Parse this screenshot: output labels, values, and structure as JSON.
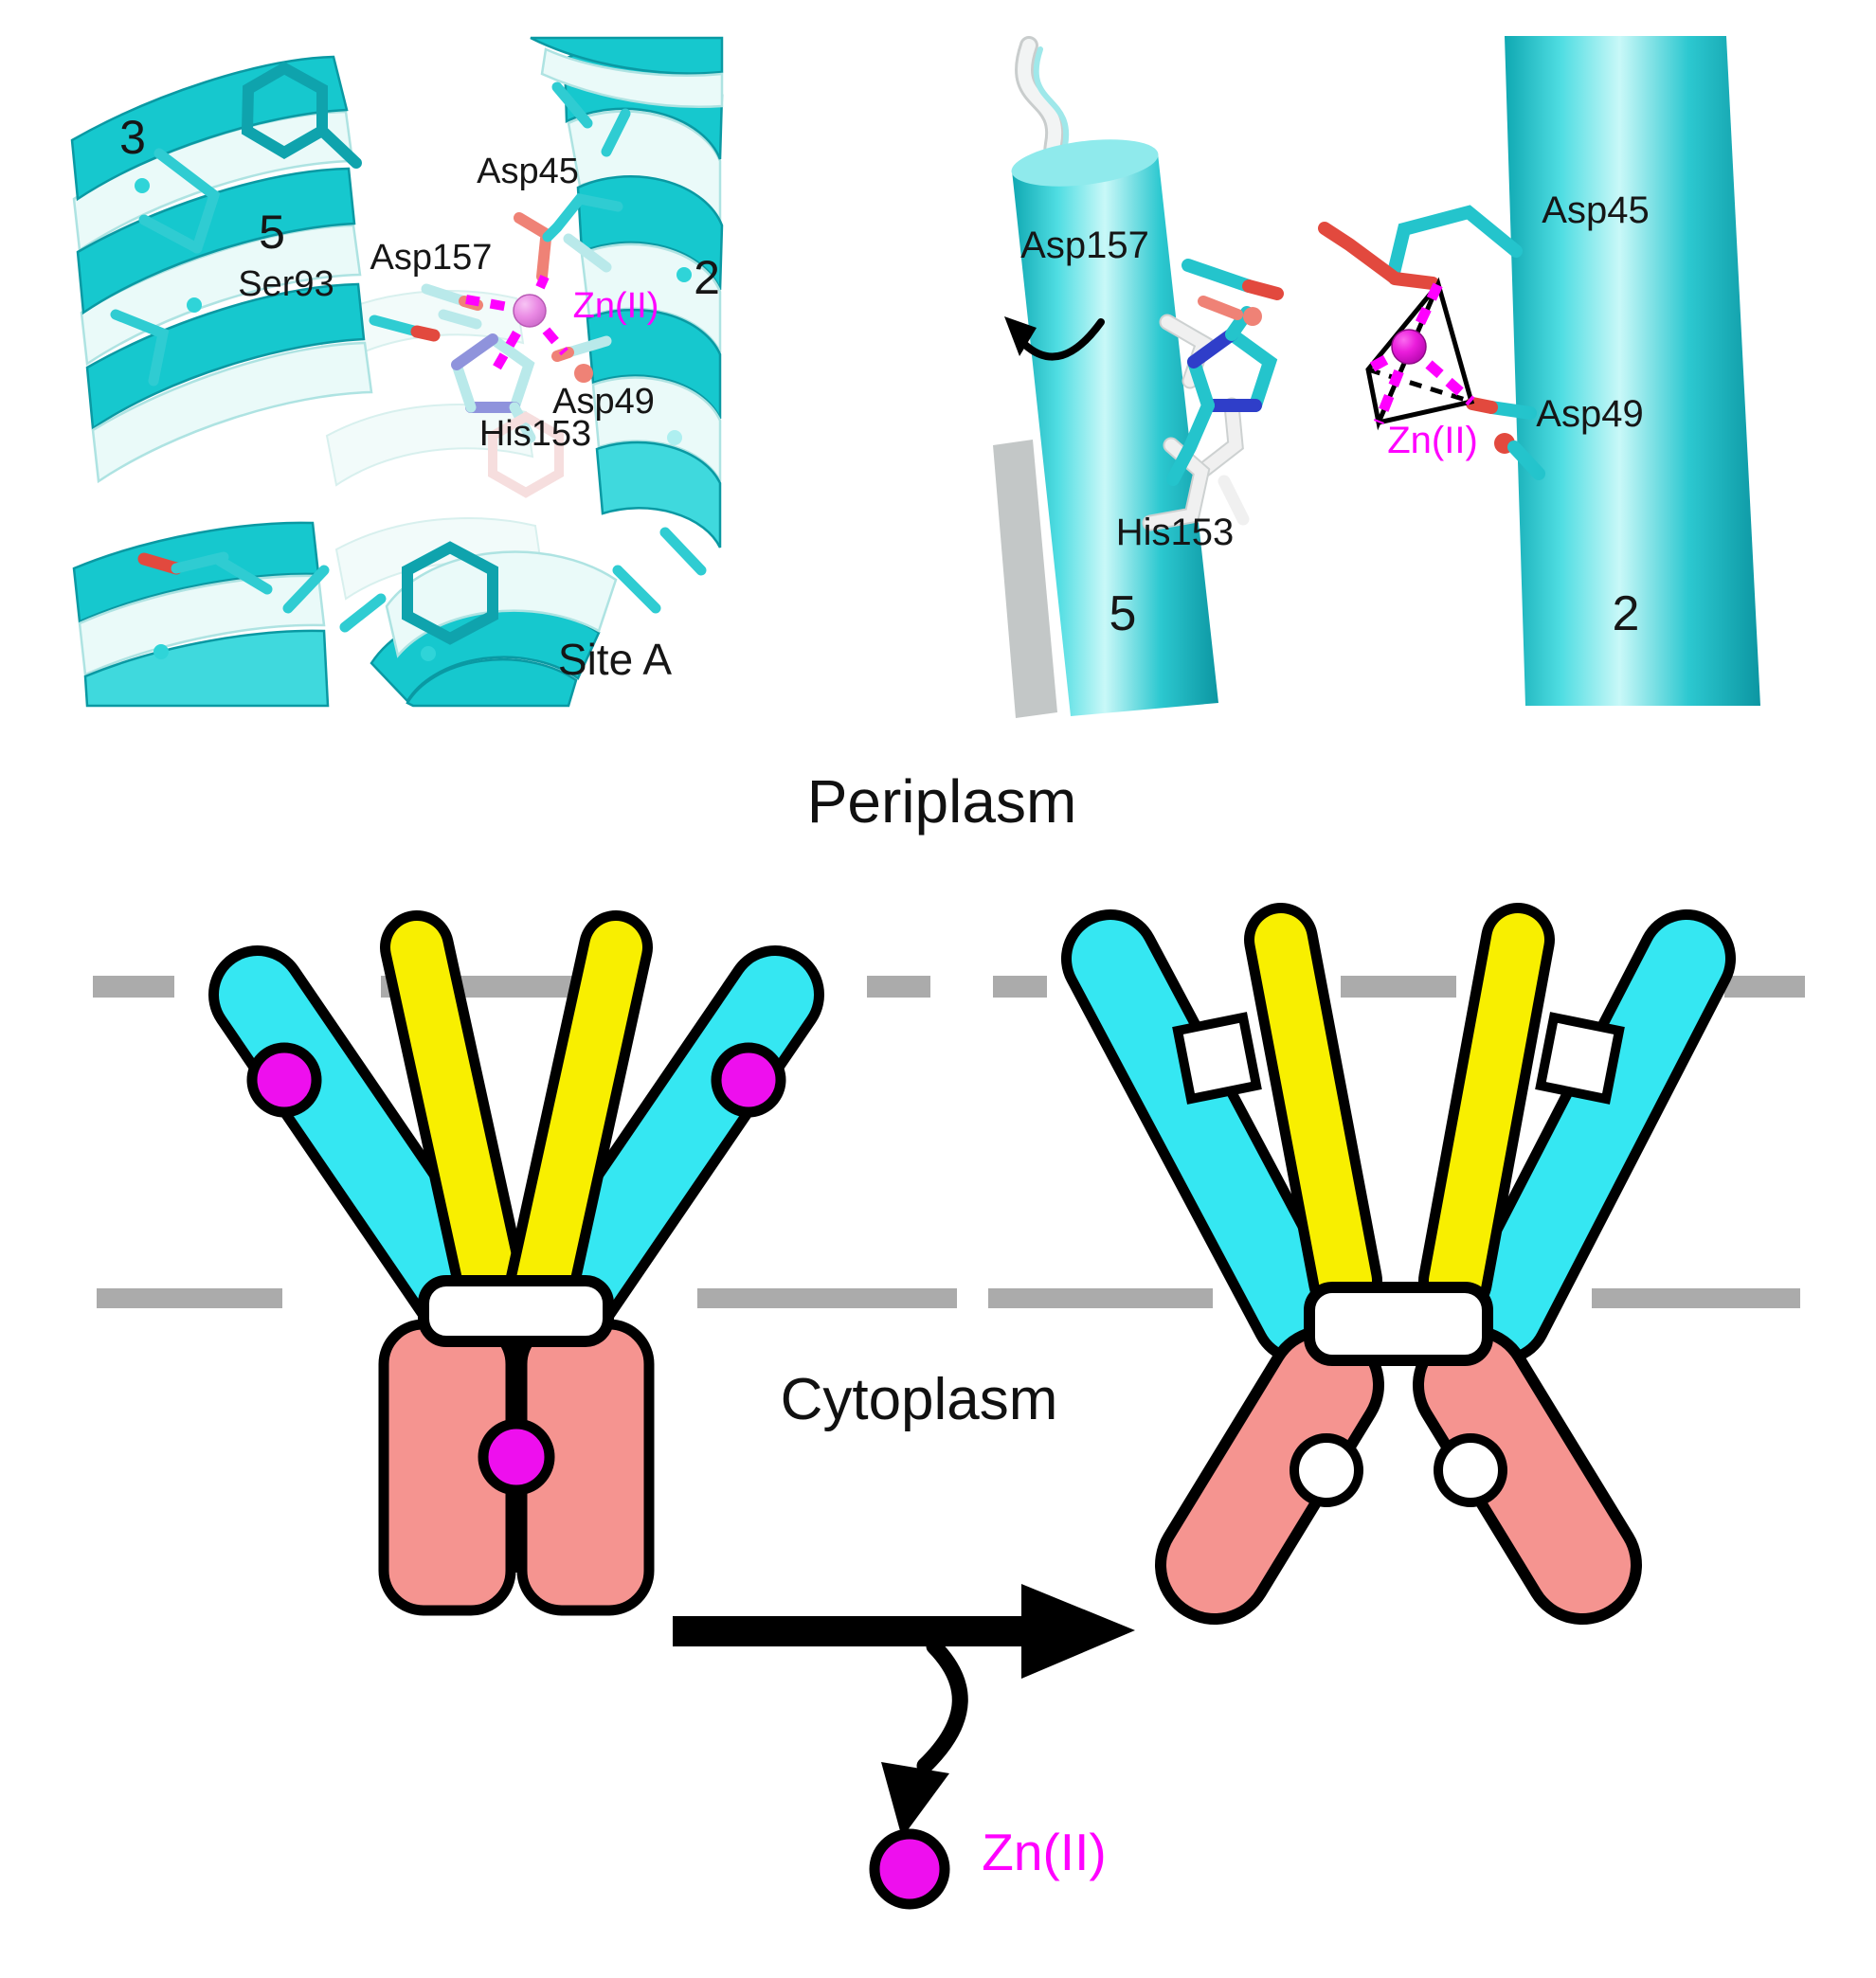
{
  "figure_title": "Zinc transporter Site A and Zn(II) release schematic",
  "labels": {
    "a_helix3": "3",
    "a_helix5": "5",
    "a_helix2": "2",
    "a_ser93": "Ser93",
    "a_asp157": "Asp157",
    "a_asp45": "Asp45",
    "a_zn": "Zn(II)",
    "a_asp49": "Asp49",
    "a_his153": "His153",
    "a_site": "Site A",
    "b_asp45": "Asp45",
    "b_asp157": "Asp157",
    "b_asp49": "Asp49",
    "b_his153": "His153",
    "b_zn": "Zn(II)",
    "b_helix5": "5",
    "b_helix2": "2",
    "periplasm": "Periplasm",
    "cytoplasm": "Cytoplasm",
    "zn_released": "Zn(II)"
  },
  "colors": {
    "magenta_zn": "#ee00ee",
    "magenta_dash": "#ff00ff",
    "schematic_cyan": "#35e7f2",
    "schematic_yellow": "#f8ef00",
    "schematic_salmon": "#f59490",
    "membrane_gray": "#ababab",
    "pymol_cyan": "#15c0ca",
    "oxygen_red": "#e2493e",
    "nitrogen_blue": "#3140c8",
    "outline_black": "#000000",
    "background": "#ffffff"
  }
}
